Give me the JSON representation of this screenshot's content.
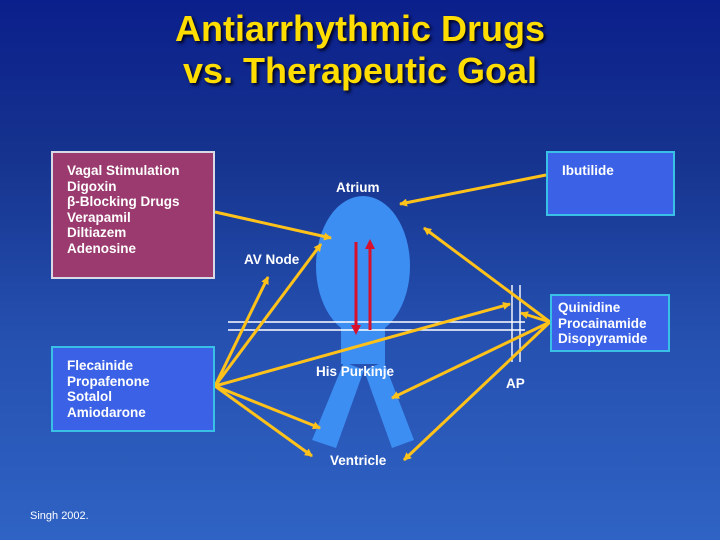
{
  "title": {
    "line1": "Antiarrhythmic Drugs",
    "line2": "vs. Therapeutic Goal"
  },
  "groups": {
    "av_nodal": {
      "items": [
        "Vagal Stimulation",
        "Digoxin",
        "β-Blocking Drugs",
        "Verapamil",
        "Diltiazem",
        "Adenosine"
      ],
      "fill_color": "#9a3a6e"
    },
    "class_ic_iii": {
      "items": [
        "Flecainide",
        "Propafenone",
        "Sotalol",
        "Amiodarone"
      ],
      "fill_color": "#3b62e6"
    },
    "atrial_only": {
      "items": [
        "Ibutilide"
      ],
      "fill_color": "#3b62e6"
    },
    "class_ia": {
      "items": [
        "Quinidine",
        "Procainamide",
        "Disopyramide"
      ],
      "fill_color": "#3b62e6"
    }
  },
  "labels": {
    "atrium": "Atrium",
    "av_node": "AV Node",
    "his_purkinje": "His Purkinje",
    "ventricle": "Ventricle",
    "ap": "AP"
  },
  "citation": "Singh 2002.",
  "colors": {
    "title": "#ffdd00",
    "heart": "#3d8ef2",
    "conduction_arrows": "#d8102c",
    "pointer_arrows": "#ffc21a",
    "pathway_lines": "#ffffff"
  }
}
